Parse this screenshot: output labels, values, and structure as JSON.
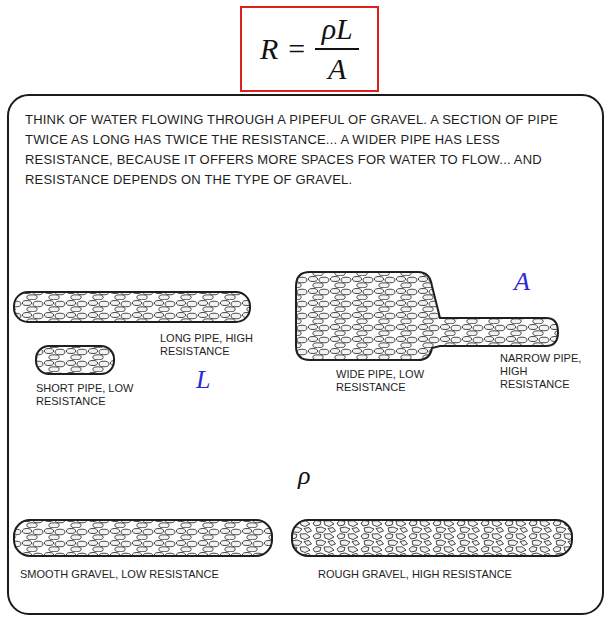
{
  "diagram": {
    "nodes": [
      {
        "text": [
          "R",
          "=",
          "ρL",
          "A"
        ]
      },
      {
        "text": [
          "THINK OF WATER FLOWING THROUGH A PIPEFUL OF GRAVEL. A SECTION OF PIPE TWICE AS LONG HAS TWICE THE RESISTANCE... A WIDER PIPE HAS LESS RESISTANCE, BECAUSE IT OFFERS MORE SPACES FOR WATER TO FLOW... AND RESISTANCE DEPENDS ON THE TYPE OF GRAVEL."
        ]
      }
    ],
    "labels": [
      "LONG PIPE, HIGH RESISTANCE",
      "SHORT PIPE, LOW RESISTANCE",
      "L",
      "WIDE PIPE, LOW RESISTANCE",
      "NARROW PIPE, HIGH RESISTANCE",
      "A",
      "ρ",
      "SMOOTH GRAVEL, LOW RESISTANCE",
      "ROUGH GRAVEL, HIGH RESISTANCE"
    ]
  }
}
